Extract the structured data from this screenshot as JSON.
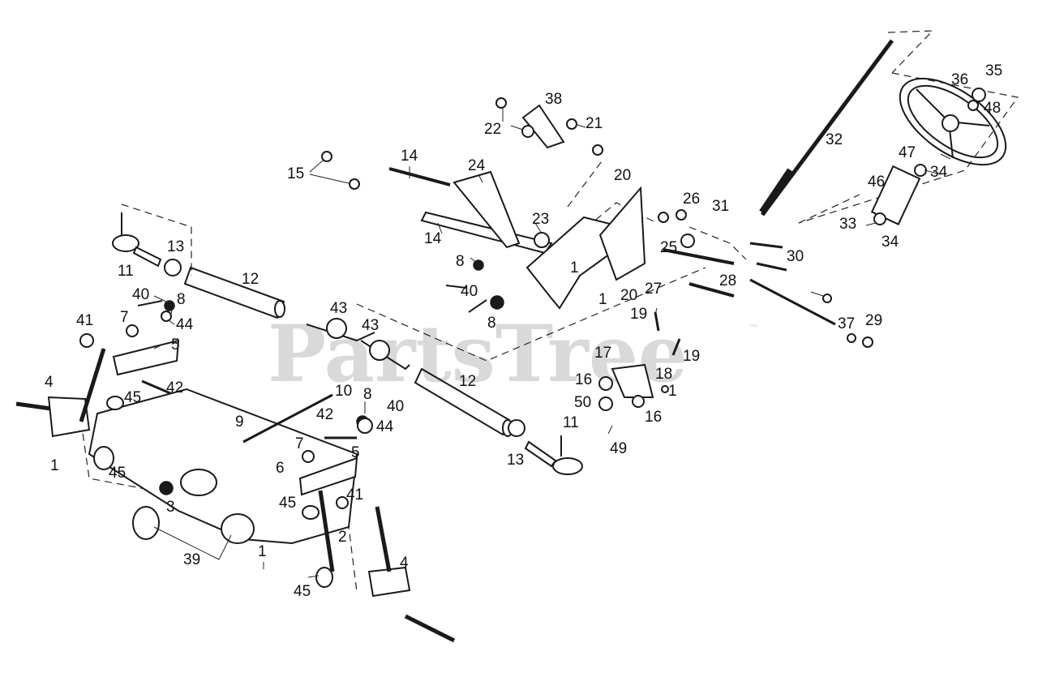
{
  "diagram": {
    "watermark": "PartsTree",
    "trademark": "™",
    "callouts": [
      {
        "label": "35"
      },
      {
        "label": "36"
      },
      {
        "label": "48"
      },
      {
        "label": "38"
      },
      {
        "label": "21"
      },
      {
        "label": "22"
      },
      {
        "label": "32"
      },
      {
        "label": "47"
      },
      {
        "label": "34"
      },
      {
        "label": "46"
      },
      {
        "label": "33"
      },
      {
        "label": "34"
      },
      {
        "label": "14"
      },
      {
        "label": "15"
      },
      {
        "label": "24"
      },
      {
        "label": "20"
      },
      {
        "label": "26"
      },
      {
        "label": "31"
      },
      {
        "label": "23"
      },
      {
        "label": "14"
      },
      {
        "label": "25"
      },
      {
        "label": "30"
      },
      {
        "label": "13"
      },
      {
        "label": "11"
      },
      {
        "label": "12"
      },
      {
        "label": "8"
      },
      {
        "label": "1"
      },
      {
        "label": "40"
      },
      {
        "label": "40"
      },
      {
        "label": "8"
      },
      {
        "label": "1"
      },
      {
        "label": "20"
      },
      {
        "label": "27"
      },
      {
        "label": "28"
      },
      {
        "label": "43"
      },
      {
        "label": "43"
      },
      {
        "label": "8"
      },
      {
        "label": "19"
      },
      {
        "label": "37"
      },
      {
        "label": "29"
      },
      {
        "label": "7"
      },
      {
        "label": "44"
      },
      {
        "label": "41"
      },
      {
        "label": "5"
      },
      {
        "label": "19"
      },
      {
        "label": "17"
      },
      {
        "label": "18"
      },
      {
        "label": "12"
      },
      {
        "label": "16"
      },
      {
        "label": "1"
      },
      {
        "label": "42"
      },
      {
        "label": "45"
      },
      {
        "label": "4"
      },
      {
        "label": "10"
      },
      {
        "label": "8"
      },
      {
        "label": "40"
      },
      {
        "label": "44"
      },
      {
        "label": "50"
      },
      {
        "label": "16"
      },
      {
        "label": "42"
      },
      {
        "label": "9"
      },
      {
        "label": "1"
      },
      {
        "label": "11"
      },
      {
        "label": "7"
      },
      {
        "label": "49"
      },
      {
        "label": "6"
      },
      {
        "label": "5"
      },
      {
        "label": "45"
      },
      {
        "label": "13"
      },
      {
        "label": "41"
      },
      {
        "label": "45"
      },
      {
        "label": "3"
      },
      {
        "label": "2"
      },
      {
        "label": "39"
      },
      {
        "label": "1"
      },
      {
        "label": "4"
      },
      {
        "label": "45"
      }
    ]
  }
}
